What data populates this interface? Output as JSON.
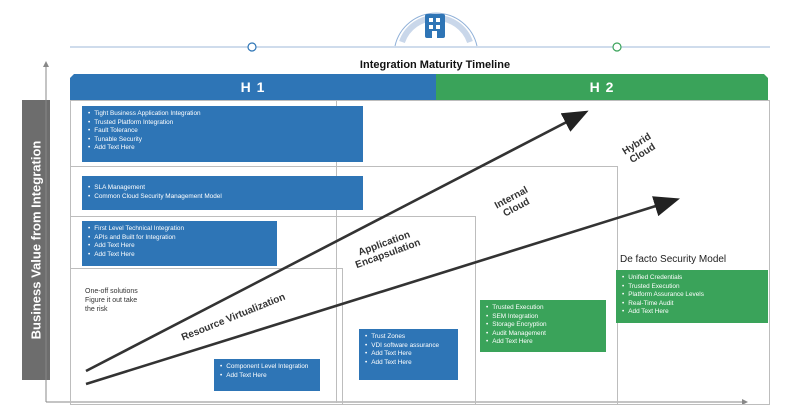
{
  "y_axis_label": "Business Value from Integration",
  "timeline_title": "Integration Maturity Timeline",
  "phases": {
    "h1": "H 1",
    "h2": "H 2"
  },
  "stages": {
    "resource_virtualization": "Resource Virtualization",
    "application_encapsulation": "Application\nEncapsulation",
    "internal_cloud": "Internal\nCloud",
    "hybrid_cloud": "Hybrid\nCloud"
  },
  "boxes": {
    "tight_integration": [
      "Tight Business Application Integration",
      "Trusted Platform Integration",
      "Fault Tolerance",
      "Tunable Security",
      "Add Text Here"
    ],
    "sla": [
      "SLA Management",
      "Common Cloud Security Management Model"
    ],
    "first_level": [
      "First Level Technical Integration",
      "APIs and Built for Integration",
      "Add Text Here",
      "Add Text Here"
    ],
    "component_level": [
      "Component Level Integration",
      "Add Text Here"
    ],
    "trust_zones": [
      "Trust Zones",
      "VDI software assurance",
      "Add Text Here",
      "Add Text Here"
    ],
    "trusted_execution": [
      "Trusted Execution",
      "SEM Integration",
      "Storage Encryption",
      "Audit Management",
      "Add Text Here"
    ],
    "de_facto": [
      "Unified Credentials",
      "Trusted Execution",
      "Platform Assurance Levels",
      "Real-Time Audit",
      "Add Text Here"
    ]
  },
  "one_off_text": "One-off solutions\nFigure it out take\nthe risk",
  "de_facto_title": "De facto Security Model",
  "colors": {
    "blue": "#2e75b6",
    "green": "#3aa35a",
    "axis_label_bg": "#6d6d6d"
  },
  "icons": [
    "building-icon",
    "cloud-icon",
    "timeline-node-icon",
    "arrow-icon"
  ]
}
